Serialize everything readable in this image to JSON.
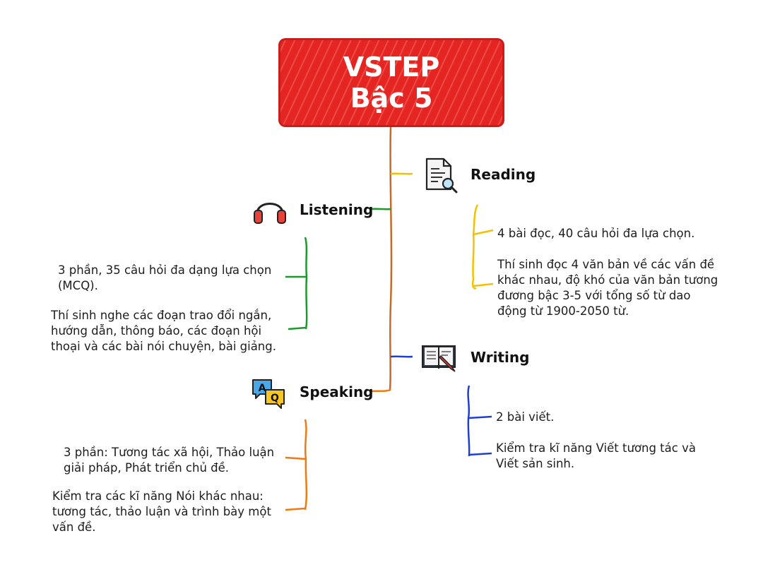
{
  "root": {
    "line1": "VSTEP",
    "line2": "Bậc 5"
  },
  "branches": {
    "reading": {
      "title": "Reading",
      "icon": "document-search-icon",
      "color": "#f2c200",
      "items": [
        "4 bài đọc, 40 câu hỏi đa lựa chọn.",
        "Thí sinh đọc 4 văn bản về các vấn đề khác nhau, độ khó của văn bản tương đương bậc 3-5 với tổng số từ dao động từ 1900-2050 từ."
      ]
    },
    "listening": {
      "title": "Listening",
      "icon": "headphones-icon",
      "color": "#1a9a2a",
      "items": [
        "3 phần, 35 câu hỏi đa dạng lựa chọn (MCQ).",
        "Thí sinh nghe các đoạn trao đổi ngắn, hướng dẫn, thông báo, các đoạn hội thoại và các bài nói chuyện, bài giảng."
      ]
    },
    "writing": {
      "title": "Writing",
      "icon": "book-pen-icon",
      "color": "#1f3fd0",
      "items": [
        "2 bài viết.",
        "Kiểm tra kĩ năng Viết tương tác và Viết sản sinh."
      ]
    },
    "speaking": {
      "title": "Speaking",
      "icon": "qa-chat-icon",
      "color": "#f07a12",
      "items": [
        "3 phần: Tương tác xã hội, Thảo luận giải pháp, Phát triển chủ đề.",
        "Kiểm tra các kĩ năng Nói khác nhau: tương tác, thảo luận và trình bày một vấn đề."
      ]
    }
  }
}
